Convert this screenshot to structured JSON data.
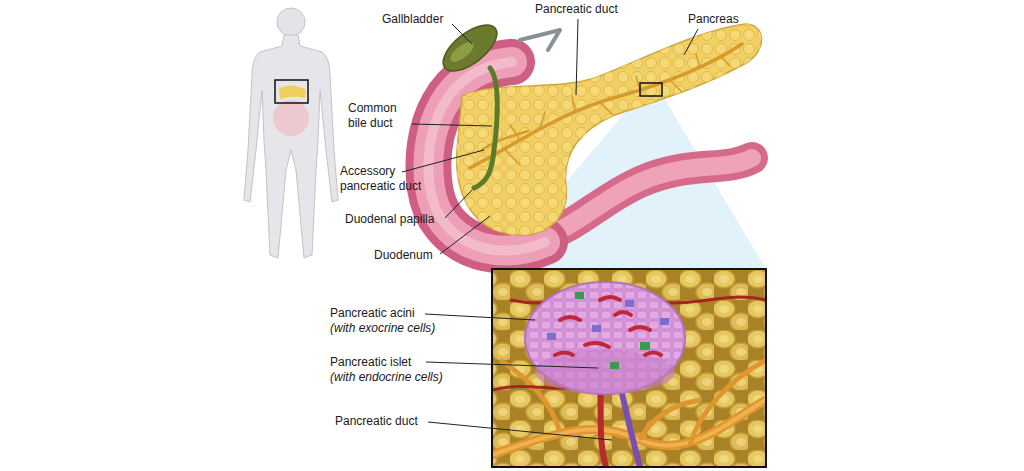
{
  "diagram": {
    "labels": [
      "Gallbladder",
      "Pancreatic duct",
      "Pancreas",
      "Common bile duct",
      "Accessory pancreatic duct",
      "Duodenal papilla",
      "Duodenum",
      "Pancreatic acini",
      "(with exocrine cells)",
      "Pancreatic islet",
      "(with endocrine cells)",
      "Pancreatic duct"
    ]
  }
}
